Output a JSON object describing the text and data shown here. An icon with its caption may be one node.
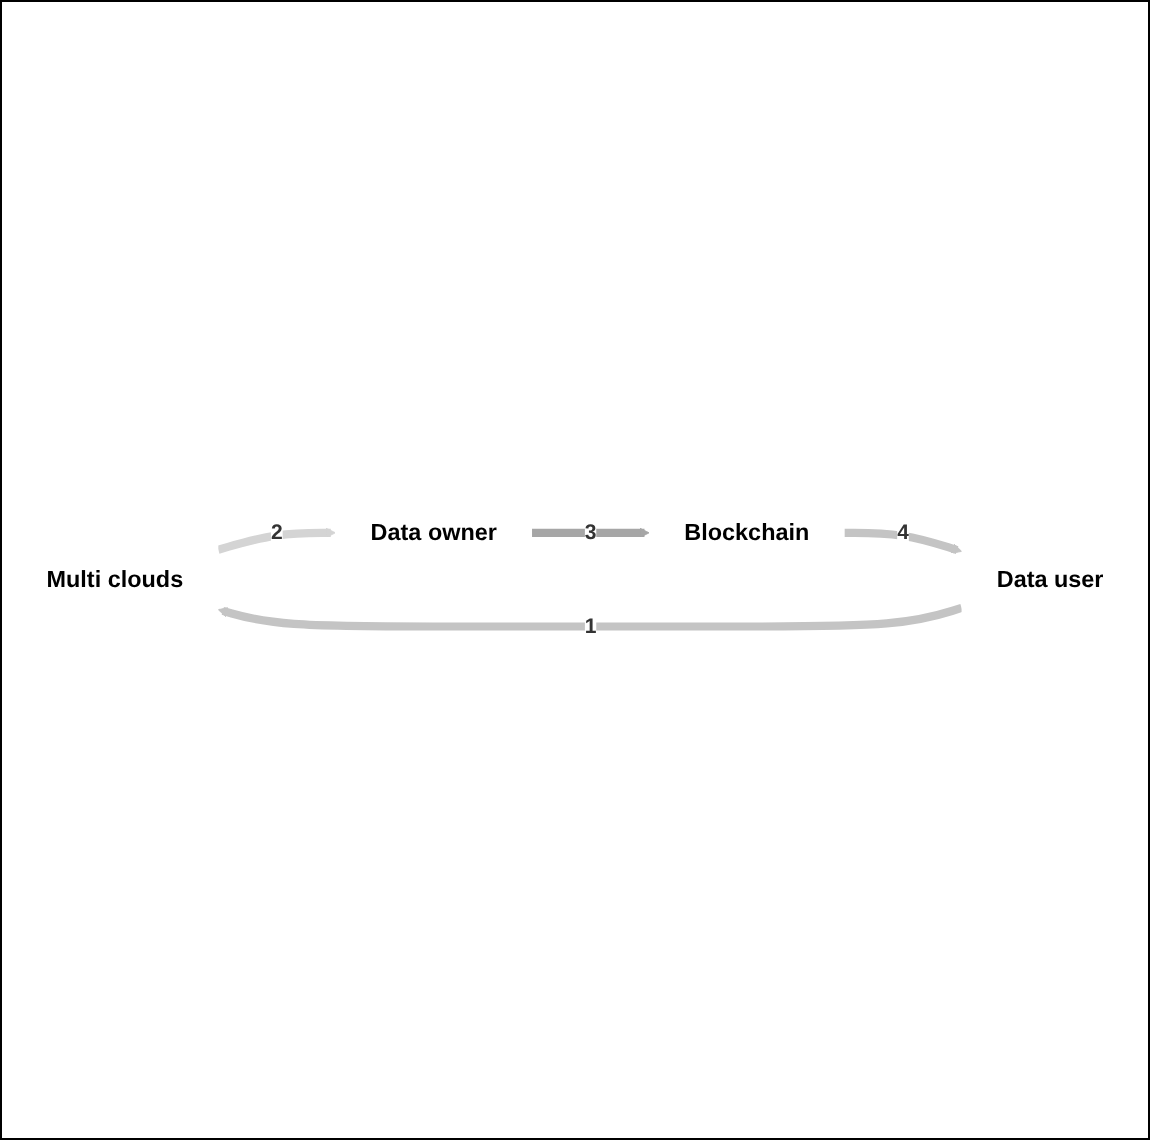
{
  "diagram": {
    "nodes": [
      {
        "text": [
          "Multi clouds"
        ]
      },
      {
        "text": [
          "Data owner"
        ]
      },
      {
        "text": [
          "Blockchain"
        ]
      },
      {
        "text": [
          "Data user"
        ]
      }
    ],
    "edges": [
      {
        "from": 3,
        "to": 0,
        "arrow": "to",
        "label": "1"
      },
      {
        "from": 0,
        "to": 1,
        "arrow": "to",
        "label": "2",
        "color": "#d4d4d4"
      },
      {
        "from": 1,
        "to": 2,
        "arrow": "to",
        "label": "3",
        "color": "#a6a6a6"
      },
      {
        "from": 2,
        "to": 3,
        "arrow": "to",
        "label": "4"
      }
    ]
  }
}
